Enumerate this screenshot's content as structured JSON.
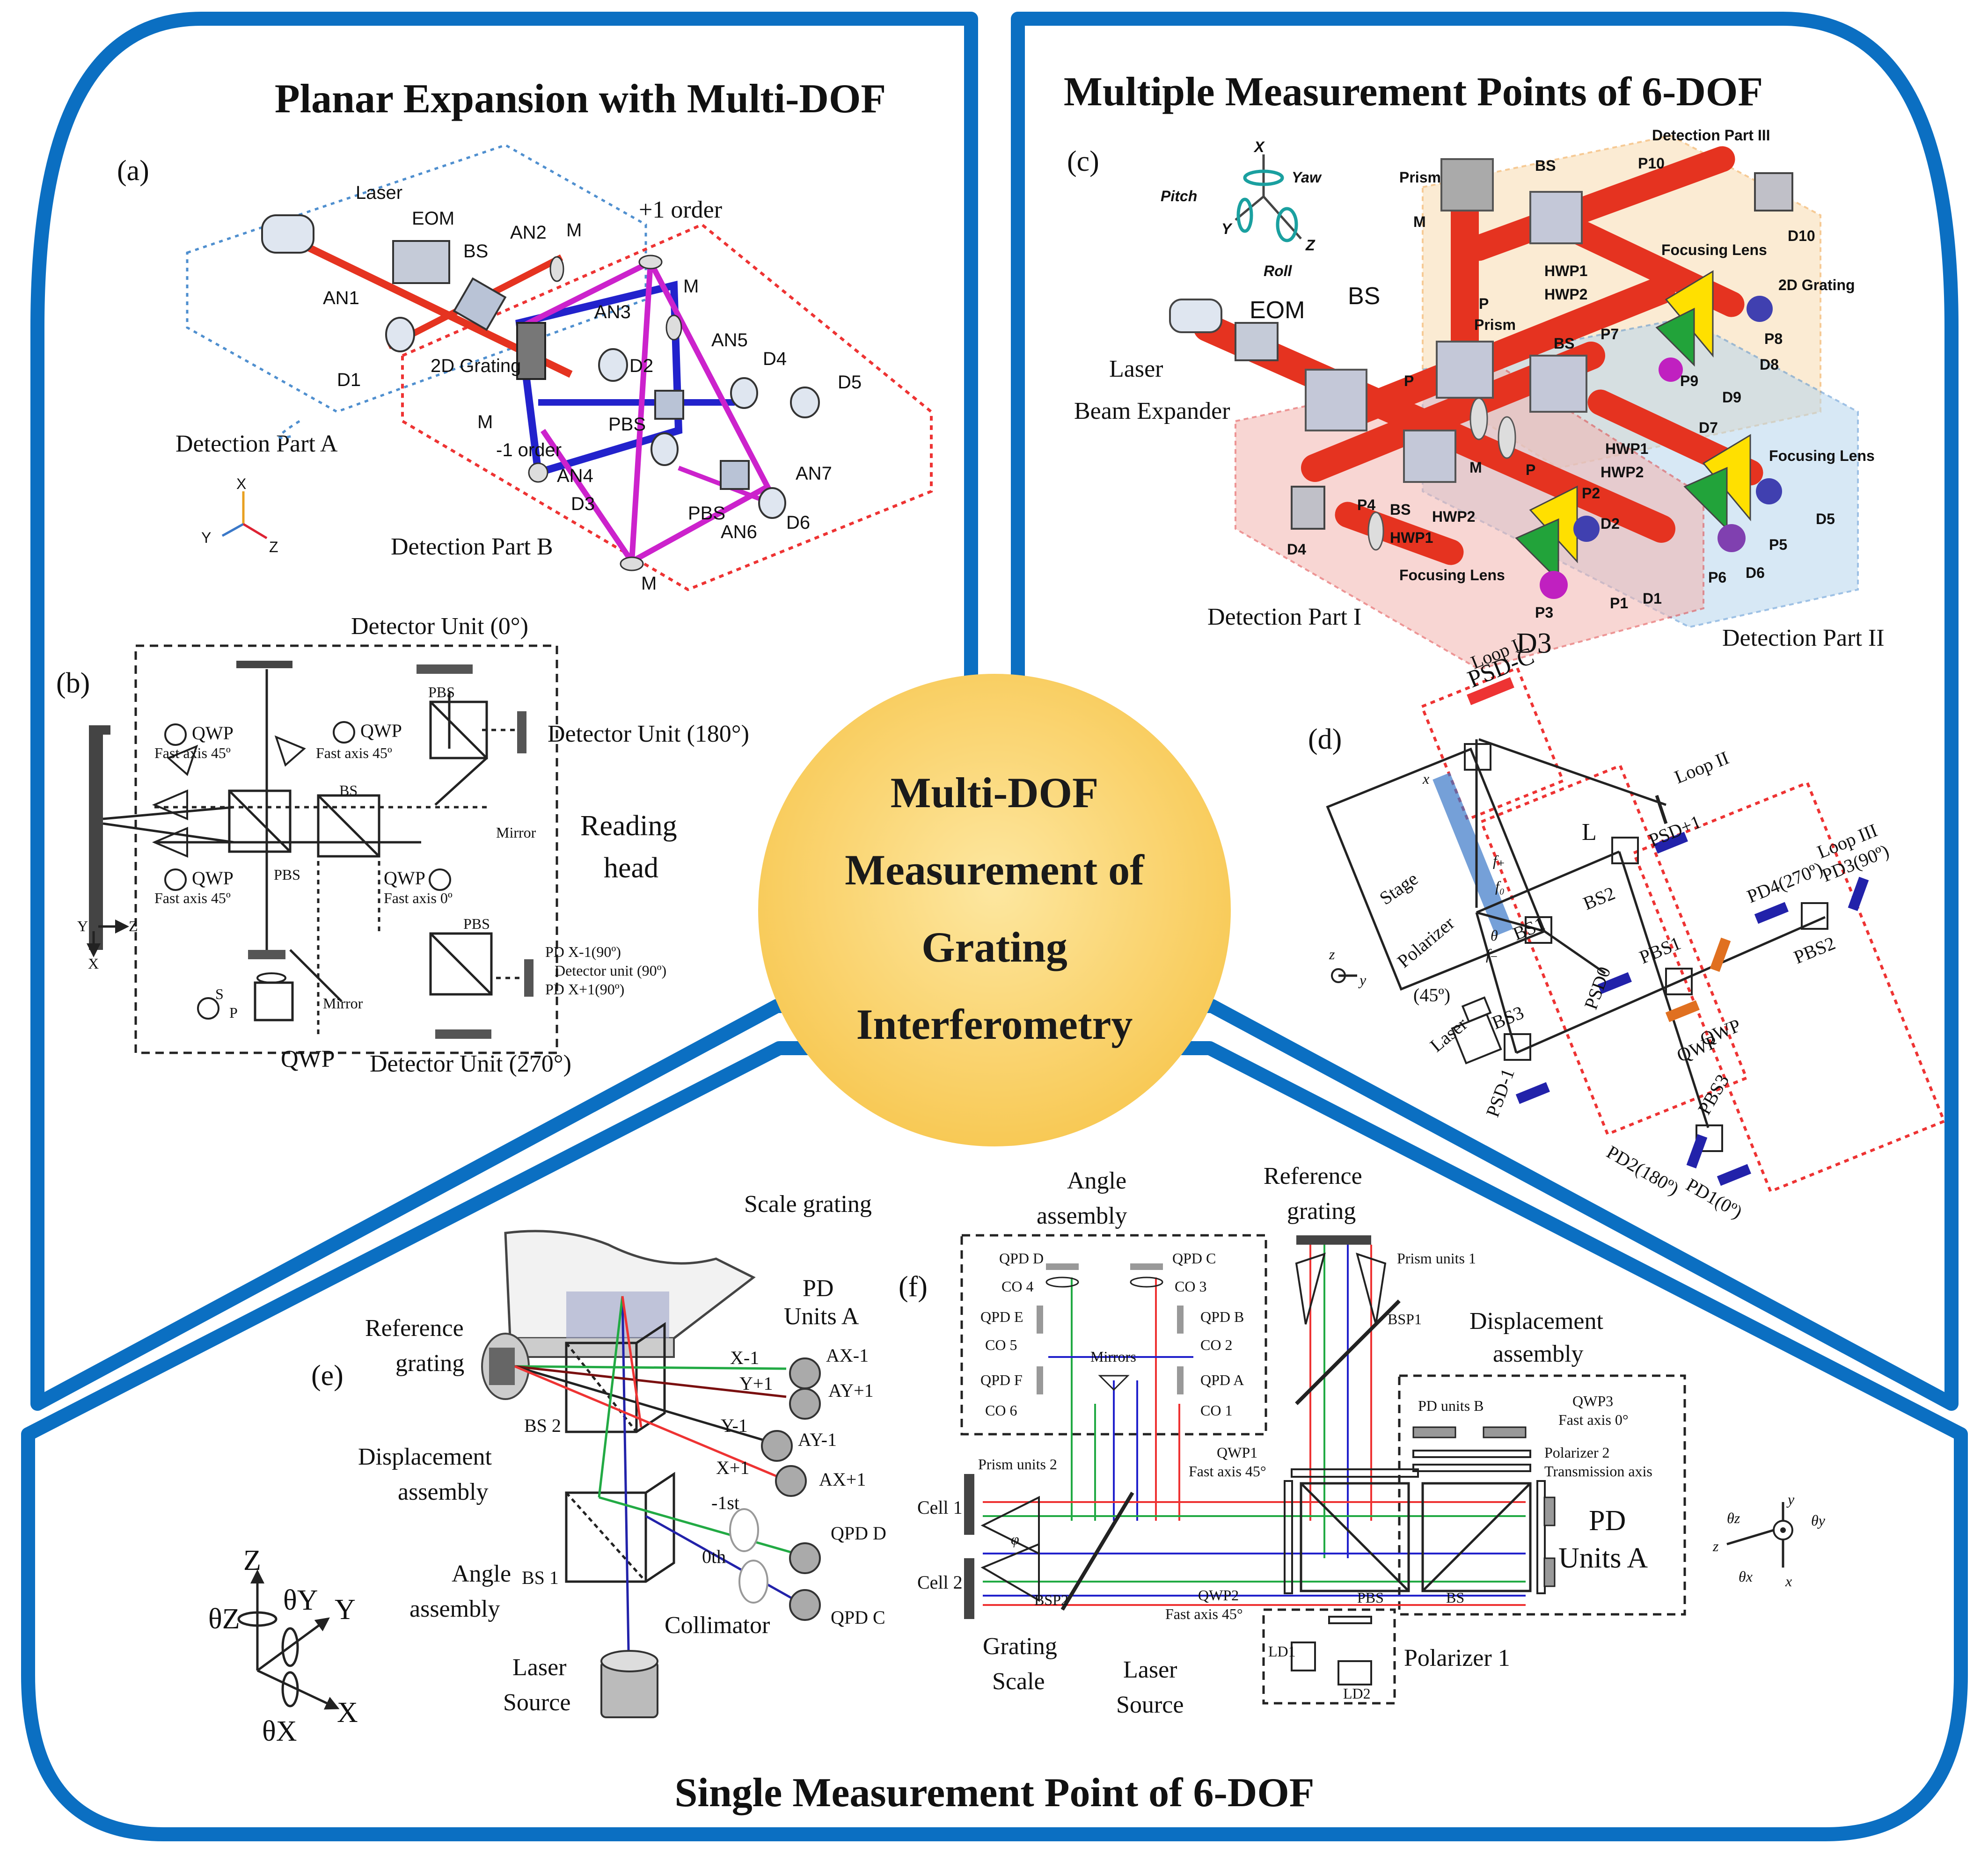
{
  "center": {
    "lines": [
      "Multi-DOF",
      "Measurement  of",
      "Grating",
      "Interferometry"
    ],
    "fill": "#fbd56c"
  },
  "colors": {
    "frame": "#0b6fc2",
    "laser_red": "#e53320",
    "beam_blue": "#2222cc",
    "beam_magenta": "#cc22cc",
    "beam_green": "#22aa44",
    "detection_red": "#f3b5b0",
    "detection_blue": "#b8d7ee",
    "detection_orange": "#f8dcb0"
  },
  "sections": {
    "top_left_title": "Planar Expansion with Multi-DOF",
    "top_right_title": "Multiple Measurement Points  of 6-DOF",
    "bottom_title": "Single Measurement Point of 6-DOF"
  },
  "panel_a": {
    "tag": "(a)",
    "labels": {
      "laser": "Laser",
      "eom": "EOM",
      "bs": "BS",
      "an2": "AN2",
      "m1": "M",
      "an1": "AN1",
      "plus1": "+1 order",
      "an3": "AN3",
      "m2": "M",
      "an5": "AN5",
      "d4": "D4",
      "d5": "D5",
      "grating": "2D Grating",
      "d2": "D2",
      "d1": "D1",
      "m3": "M",
      "pbs1": "PBS",
      "minus1": "-1 order",
      "an4": "AN4",
      "an7": "AN7",
      "d3": "D3",
      "pbs2": "PBS",
      "an6": "AN6",
      "d6": "D6",
      "m4": "M",
      "partA": "Detection Part A",
      "partB": "Detection Part B",
      "ax_x": "X",
      "ax_y": "Y",
      "ax_z": "Z"
    }
  },
  "panel_b": {
    "tag": "(b)",
    "labels": {
      "det0": "Detector Unit (0°)",
      "det180": "Detector Unit (180°)",
      "det270": "Detector Unit (270°)",
      "qwp1": "QWP",
      "fa1": "Fast axis 45º",
      "qwp2": "QWP",
      "fa2": "Fast axis 45º",
      "qwp3": "QWP",
      "fa3": "Fast axis 45º",
      "qwp4": "QWP",
      "fa4": "Fast axis 0º",
      "pbs1": "PBS",
      "pbs2": "PBS",
      "pbs3": "PBS",
      "bs": "BS",
      "mirror1": "Mirror",
      "mirror2": "Mirror",
      "reading1": "Reading",
      "reading2": "head",
      "pdx1": "PD X-1(90º)",
      "detu90": "Detector unit (90º)",
      "pdx2": "PD X+1(90º)",
      "qwp_bottom": "QWP",
      "ax_y": "Y",
      "ax_z": "Z",
      "ax_x": "X",
      "s": "S",
      "p": "P"
    }
  },
  "panel_c": {
    "tag": "(c)",
    "labels": {
      "x": "X",
      "yaw": "Yaw",
      "pitch": "Pitch",
      "y": "Y",
      "z": "Z",
      "roll": "Roll",
      "prism1": "Prism",
      "bs1": "BS",
      "p10": "P10",
      "d10": "D10",
      "part3": "Detection Part III",
      "m1": "M",
      "focus1": "Focusing Lens",
      "grating": "2D Grating",
      "hwp1a": "HWP1",
      "hwp2a": "HWP2",
      "p1a": "P",
      "p8": "P8",
      "d8": "D8",
      "eom": "EOM",
      "bs2": "BS",
      "prism2": "Prism",
      "bs3": "BS",
      "p7": "P7",
      "p9": "P9",
      "d9": "D9",
      "laser": "Laser",
      "p2a": "P",
      "d7": "D7",
      "expander": "Beam Expander",
      "hwp1b": "HWP1",
      "focus2": "Focusing Lens",
      "hwp2b": "HWP2",
      "m2": "M",
      "p3a": "P",
      "p2": "P2",
      "d2": "D2",
      "d5": "D5",
      "p5": "P5",
      "d4": "D4",
      "p4": "P4",
      "bs4": "BS",
      "hwp2c": "HWP2",
      "hwp1c": "HWP1",
      "focus3": "Focusing Lens",
      "p6": "P6",
      "d6": "D6",
      "part1": "Detection Part I",
      "p3": "P3",
      "p1": "P1",
      "d1": "D1",
      "d3": "D3",
      "part2": "Detection Part II"
    }
  },
  "panel_d": {
    "tag": "(d)",
    "labels": {
      "loop1": "Loop I",
      "psdc": "PSD-C",
      "loop2": "Loop II",
      "loop3": "Loop III",
      "psdp1": "PSD+1",
      "l": "L",
      "bs2": "BS2",
      "pd4": "PD4(270º)",
      "pd3": "PD3(90º)",
      "stage": "Stage",
      "bs1": "BS1",
      "theta": "θ",
      "x": "x",
      "f0": "f₀",
      "fp": "f₊",
      "fm": "f₋",
      "polarizer": "Polarizer",
      "pol45": "(45º)",
      "psd0": "PSD0",
      "pbs1": "PBS1",
      "pbs2": "PBS2",
      "z": "z",
      "y": "y",
      "qwp1": "QWP",
      "qwp2": "QWP",
      "laser": "Laser",
      "bs3": "BS3",
      "psdm1": "PSD-1",
      "pbs3": "PBS3",
      "pd2": "PD2(180º)",
      "pd1": "PD1(0º)"
    }
  },
  "panel_e": {
    "tag": "(e)",
    "labels": {
      "scale": "Scale grating",
      "pd1": "PD",
      "pd2": "Units A",
      "ref1": "Reference",
      "ref2": "grating",
      "x1": "X-1",
      "ax1": "AX-1",
      "y1": "Y+1",
      "ay1": "AY+1",
      "bs2": "BS 2",
      "ym1": "Y-1",
      "aym1": "AY-1",
      "disp1": "Displacement",
      "disp2": "assembly",
      "xp1": "X+1",
      "axp1": "AX+1",
      "first": "-1st",
      "qpdd": "QPD D",
      "angle1": "Angle",
      "angle2": "assembly",
      "bs1": "BS 1",
      "zeroth": "0th",
      "qpdc": "QPD C",
      "collimator": "Collimator",
      "laser1": "Laser",
      "laser2": "Source",
      "ax_z": "Z",
      "ax_tz": "θZ",
      "ax_ty": "θY",
      "ax_y": "Y",
      "ax_tx": "θX",
      "ax_x": "X"
    }
  },
  "panel_f": {
    "tag": "(f)",
    "labels": {
      "angle1": "Angle",
      "angle2": "assembly",
      "ref1": "Reference",
      "ref2": "grating",
      "qpdd": "QPD D",
      "qpdc": "QPD C",
      "co4": "CO 4",
      "co3": "CO 3",
      "prism1": "Prism units 1",
      "qpde": "QPD E",
      "qpdb": "QPD B",
      "co5": "CO 5",
      "co2": "CO 2",
      "mirrors": "Mirrors",
      "bsp1": "BSP1",
      "disp1": "Displacement",
      "disp2": "assembly",
      "qpdf": "QPD F",
      "qpda": "QPD A",
      "co6": "CO 6",
      "co1": "CO 1",
      "pdb": "PD units B",
      "qwp3": "QWP3",
      "fa0": "Fast axis 0°",
      "qwp1": "QWP1",
      "fa45a": "Fast axis 45°",
      "pol2": "Polarizer 2",
      "trans": "Transmission axis",
      "cell1": "Cell 1",
      "prism2": "Prism units 2",
      "phi": "φ",
      "pda1": "PD",
      "pda2": "Units A",
      "cell2": "Cell 2",
      "bsp2": "BSP2",
      "qwp2": "QWP2",
      "fa45b": "Fast axis 45°",
      "pbs": "PBS",
      "bs": "BS",
      "gs1": "Grating",
      "gs2": "Scale",
      "ld1": "LD1",
      "ld2": "LD2",
      "laser1": "Laser",
      "laser2": "Source",
      "pol1": "Polarizer 1",
      "tz": "θz",
      "ty": "θy",
      "tx": "θx",
      "y": "y",
      "x": "x",
      "z": "z"
    }
  }
}
